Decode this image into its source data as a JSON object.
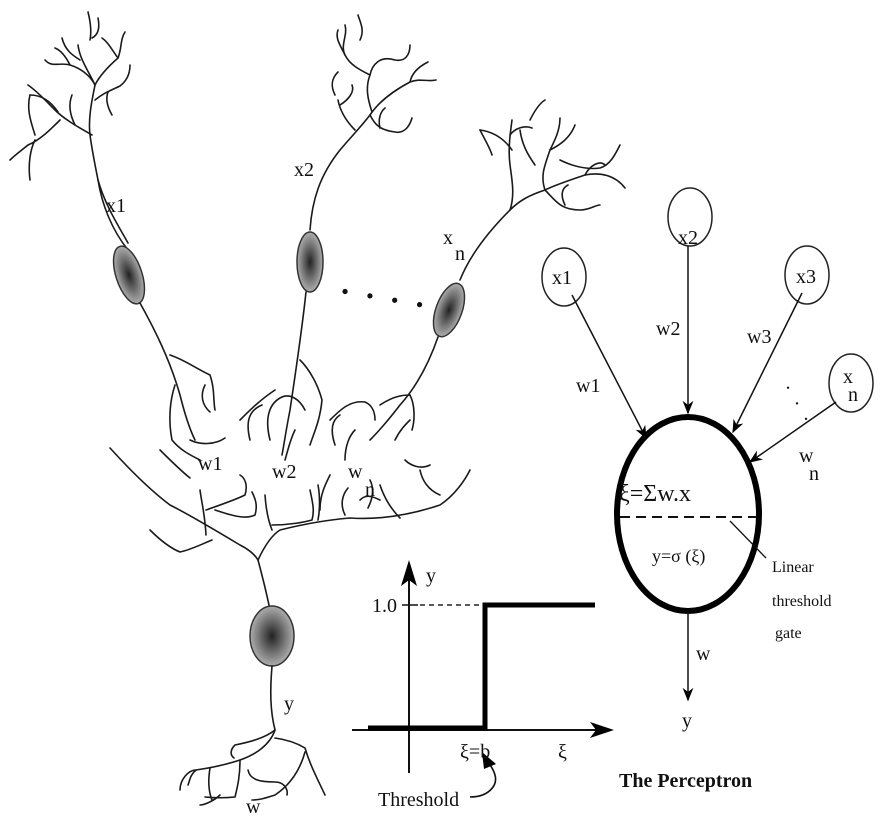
{
  "biological_neuron": {
    "input_labels": [
      "x1",
      "x2",
      "x",
      "n"
    ],
    "ellipsis": "• • • •",
    "synapse_weights": [
      "w1",
      "w2",
      "w",
      "n"
    ],
    "output_label": "y",
    "output_weight": "w"
  },
  "step_function": {
    "y_axis_label": "y",
    "y_tick_label": "1.0",
    "x_tick_label": "ξ=b",
    "x_axis_label": "ξ",
    "annotation": "Threshold",
    "low_value": 0,
    "high_value": 1.0
  },
  "perceptron": {
    "inputs": [
      {
        "label": "x1",
        "weight": "w1"
      },
      {
        "label": "x2",
        "weight": "w2"
      },
      {
        "label": "x3",
        "weight": "w3"
      },
      {
        "label": "x",
        "subscript": "n",
        "weight": "w",
        "weight_subscript": "n"
      }
    ],
    "dots": ". . .",
    "sum_formula": "ξ=Σw.x",
    "activation_formula": "y=σ (ξ)",
    "gate_label": [
      "Linear",
      "threshold",
      "gate"
    ],
    "output_weight": "w",
    "output_label": "y",
    "title": "The Perceptron"
  }
}
